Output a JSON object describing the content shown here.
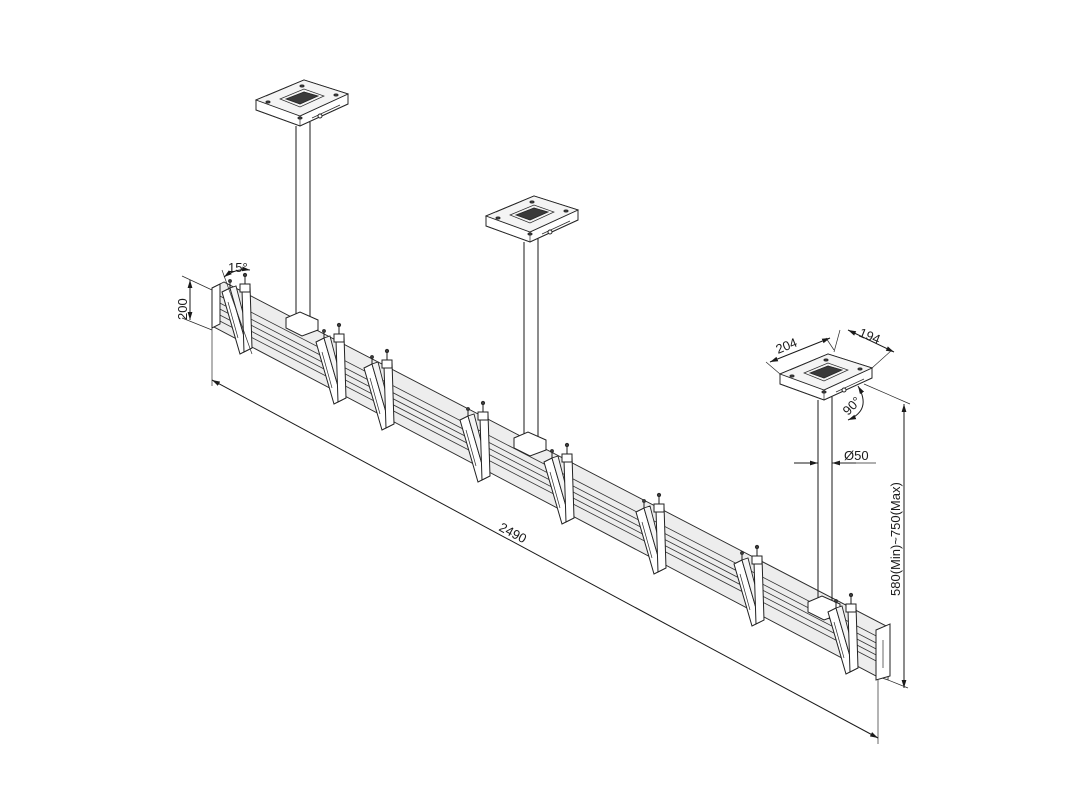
{
  "drawing": {
    "subject": "Ceiling mount video wall bracket with 3 drop poles and horizontal rail",
    "colors": {
      "line": "#1a1a1a",
      "background": "#ffffff",
      "fill_light": "#ededed"
    }
  },
  "dimensions": {
    "tilt_angle": "15°",
    "rail_height": "200",
    "rail_length": "2490",
    "plate_width": "204",
    "plate_depth": "194",
    "plate_rotation": "90°",
    "pole_diameter": "Ø50",
    "drop_range": "580(Min)~750(Max)"
  },
  "components": {
    "ceiling_plates": 3,
    "drop_poles": 3,
    "tilt_brackets": 8
  }
}
